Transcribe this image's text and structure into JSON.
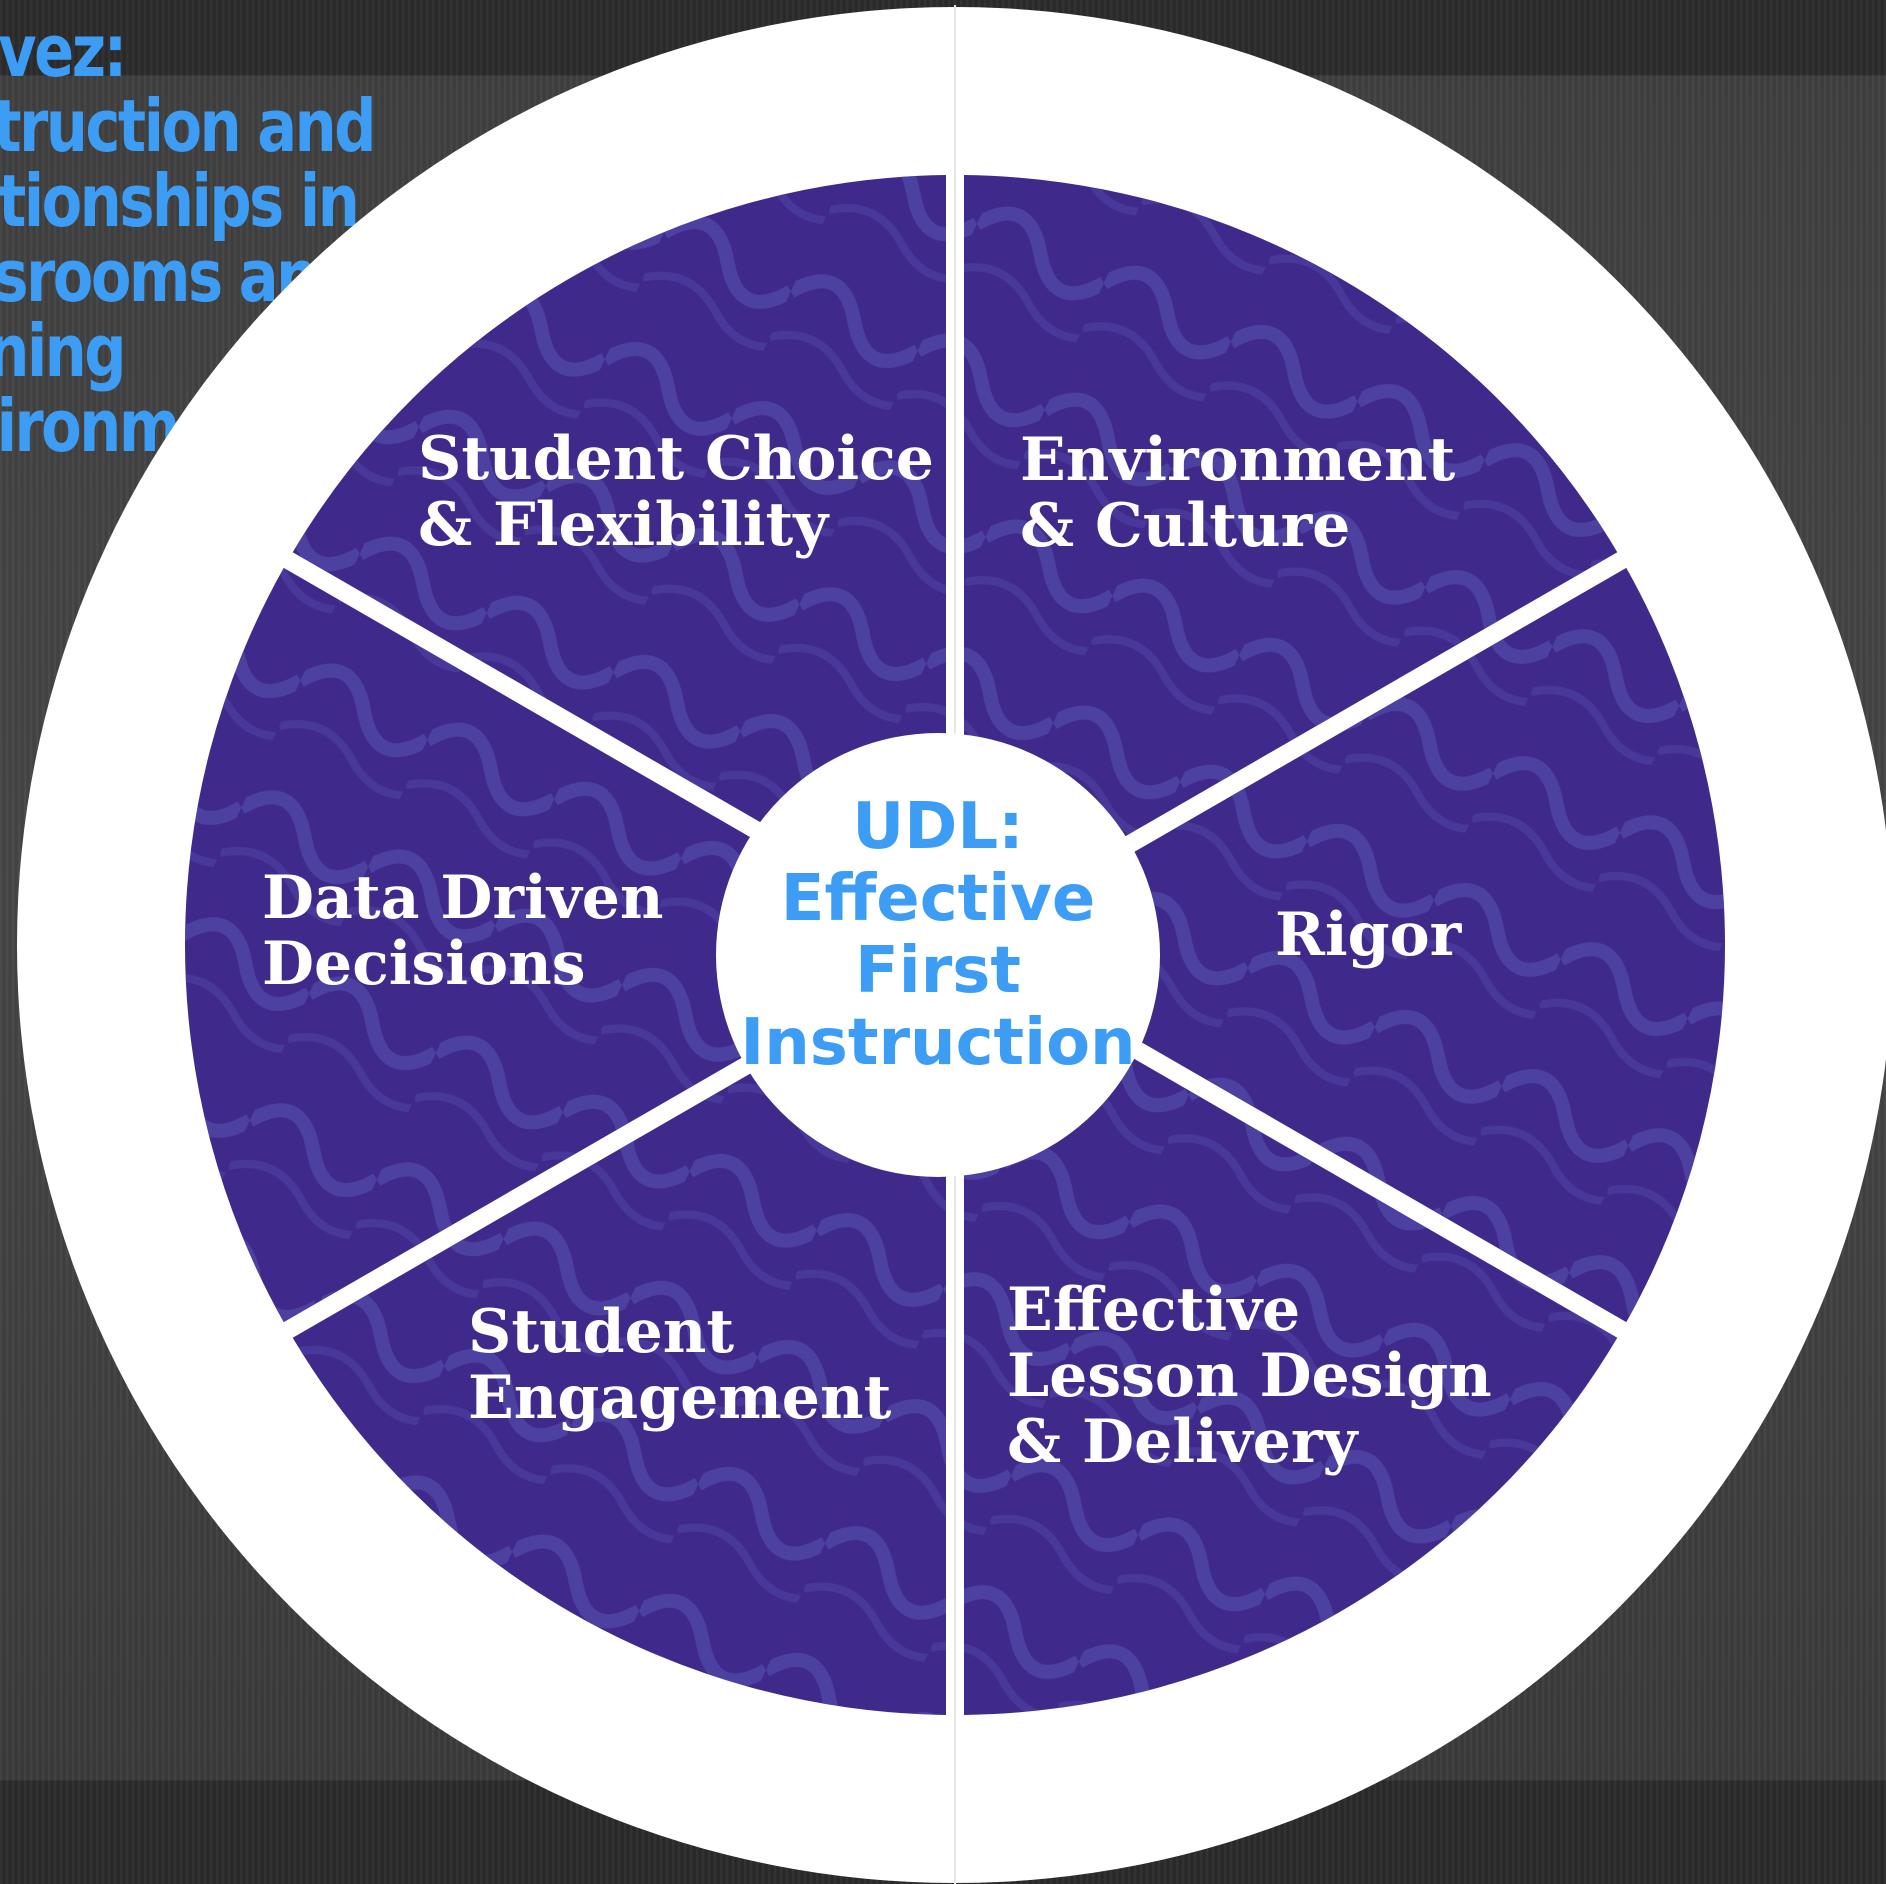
{
  "title": {
    "lines": [
      "avez:",
      "struction and",
      "ationships in",
      "ssrooms and",
      "rning",
      "vironments"
    ]
  },
  "hub": {
    "lines": [
      "UDL:",
      "Effective",
      "First",
      "Instruction"
    ]
  },
  "segments": [
    {
      "id": "environment-culture",
      "lines": [
        "Environment",
        "& Culture"
      ]
    },
    {
      "id": "rigor",
      "lines": [
        "Rigor"
      ]
    },
    {
      "id": "effective-lesson-design",
      "lines": [
        "Effective",
        "Lesson Design",
        "& Delivery"
      ]
    },
    {
      "id": "student-engagement",
      "lines": [
        "Student",
        "Engagement"
      ]
    },
    {
      "id": "data-driven-decisions",
      "lines": [
        "Data Driven",
        "Decisions"
      ]
    },
    {
      "id": "student-choice-flexibility",
      "lines": [
        "Student Choice",
        "& Flexibility"
      ]
    }
  ],
  "colors": {
    "segment_fill": "#3f2a8c",
    "segment_highlight": "#4d47a6",
    "ring": "#ffffff",
    "hub_text": "#3d9df5",
    "title_text": "#3d9df5"
  }
}
